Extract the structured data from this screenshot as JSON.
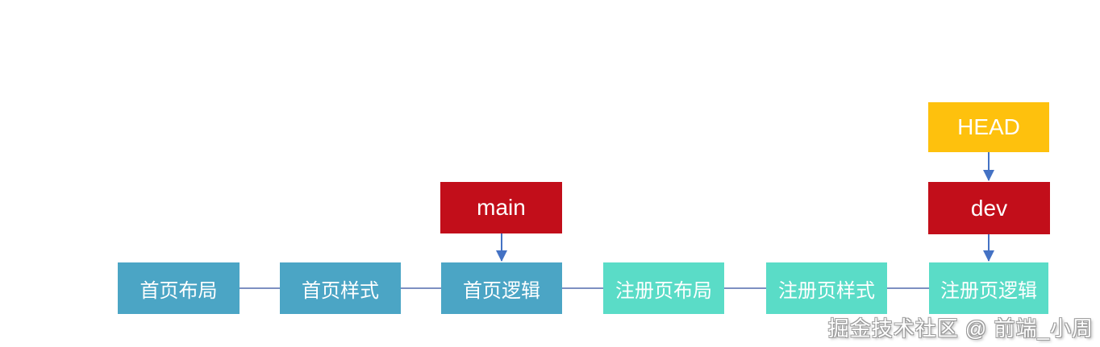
{
  "diagram": {
    "type": "git-branch-commit-diagram",
    "pointers": {
      "head_label": "HEAD",
      "dev_label": "dev",
      "main_label": "main"
    },
    "main_commits": [
      "首页布局",
      "首页样式",
      "首页逻辑"
    ],
    "dev_commits": [
      "注册页布局",
      "注册页样式",
      "注册页逻辑"
    ],
    "watermark": "掘金技术社区 @ 前端_小周",
    "colors": {
      "main_commit_box": "#4BA5C5",
      "dev_commit_box": "#5ADCC7",
      "branch_box": "#C20E1A",
      "head_box": "#FEC10D",
      "arrow": "#4472C4",
      "connector": "#7D8FC1",
      "text": "#FFFFFF"
    }
  }
}
